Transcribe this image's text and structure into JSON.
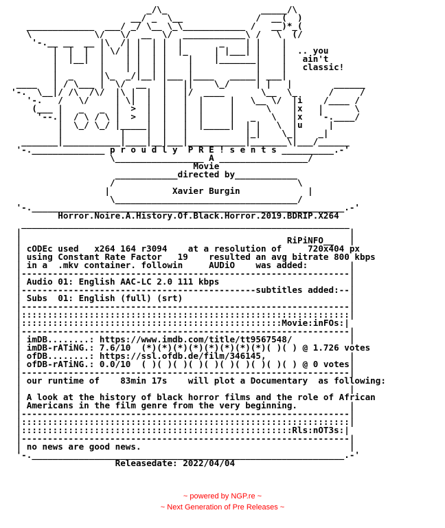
{
  "nfo_text": "                          _/\\_                  _____/\\\n                       __/ _  \\__              /  __(  )\n   _____________  ___/ _/ \\__ \\_\\____________ /   __)*_(\n   \\            \\/   \\/  __  \\/  ____________\\ /   \\  (/\n    '-.__ __  __ |\\  /| |  | |  |       _    | |    |\n        |  |  |  | \\/ | |  | |  |_     | |___| |    |  .. you\n        |  |__|  |    | |  | |    |    |_______|    |   ain't\n        |        |    | |  | |    |            |    |   classic!\n        |  _     |\\_  _/|__| |___ |____   _____| ___|\n ____   | / \\___ |  \\/  __   |   ||    \\_/     | |   |        ______\n'-.  \\__|/ /\\  /\\/  |\\ |  |  |   |/  ____       \\__  \\_      /     /\n   '-.   /   \\/     | \\|  |  |   |  |     |   \\__ \\/  |i    /____ /\n    (___ |   _   _  |  >  |  |   |  |     |      \\    |x   |      \\\n     '--.|  / \\ / \\ |  >  |  |   |  |     |   _   \\   |x   '-.____/\n         |  \\_/ \\_/ |_____|  |   |  |_____|  | |   \\  |u     |\n         |           |    |  |   |           |_|    \\_|    _|\n  _______|___________|____|__|___|___________|_______\\|___/______\n '-.______________ p r o u d l y  P R E ! s e n t s __________.-'\n                   \\_________________ A _________________/\n                                   Movie\n                    ____________directed by____________\n                   /                                   \\\n                  |            Xavier Burgin             |\n                   \\___________________________________/\n '-.____________________________________________________________.-'\n         Horror.Noire.A.History.Of.Black.Horror.2019.BDRIP.X264\n  _______________________________________________________________\n |                                                               |\n |                                                   RiPiNFO__   |\n | cODEc used   x264 164 r3094    at a resolution of     720x404 px\n | using Constant Rate Factor   19    resulted an avg bitrate 800 kbps\n | in a  .mkv container. followin     AUDiO    was added:        |\n |---------------------------------------------------------------|\n | Audio 01: English AAC-LC 2.0 111 kbps                         |\n |---------------------------------------------subtitles added:--|\n | Subs  01: English (full) (srt)                                |\n |---------------------------------------------------------------|\n |:::::::::::::::::::::::::::::::::::::::::::::::::::::::::::::::|\n |::::::::::::::::::::::::::::::::::::::::::::::::::Movie:inFOs:|\n |---------------------------------------------------------------|\n | imDB........: https://www.imdb.com/title/tt9567548/           |\n | imDB-rATiNG.: 7.6/10  (*)(*)(*)(*)(*)(*)(*)(*)( )( ) @ 1.726 votes\n | ofDB........: https://ssl.ofdb.de/film/346145,                |\n | ofDB-rATiNG.: 0.0/10  ( )( )( )( )( )( )( )( )( )( ) @ 0 votes|\n |---------------------------------------------------------------|\n | our runtime of    83min 17s    will plot a Documentary  as following:\n |                                                               |\n | A look at the history of black horror films and the role of African\n | Americans in the film genre from the very beginning.          |\n |---------------------------------------------------------------|\n |:::::::::::::::::::::::::::::::::::::::::::::::::::::::::::::::|\n |::::::::::::::::::::::::::::::::::::::::::::::::::::Rls:nOT3s:|\n |---------------------------------------------------------------|\n | no news are good news.                                        |\n '-.____________________________________________________________.-'\n                    Releasedate: 2022/04/04",
  "footer": {
    "line1": "~ powered by NGP.re ~",
    "line2": "~ Next Generation of Pre Releases ~"
  },
  "colors": {
    "text": "#000000",
    "footer": "#ff0000",
    "background": "#ffffff"
  }
}
